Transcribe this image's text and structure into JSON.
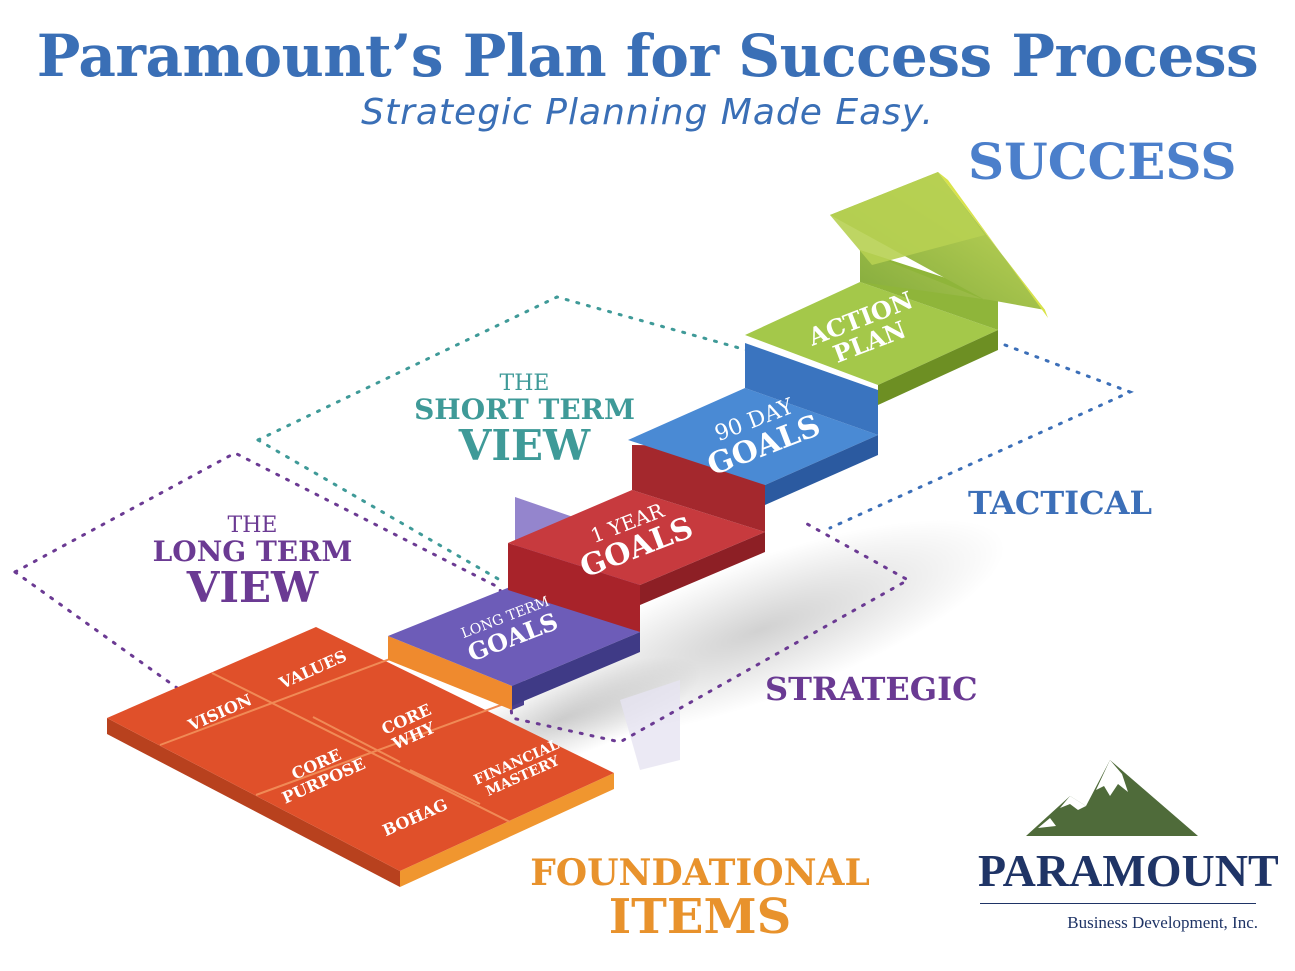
{
  "title": "Paramount’s Plan for Success Process",
  "subtitle": "Strategic Planning Made Easy.",
  "labels": {
    "success": "SUCCESS",
    "tactical": "TACTICAL",
    "strategic": "STRATEGIC",
    "foundational_line1": "FOUNDATIONAL",
    "foundational_line2": "ITEMS"
  },
  "views": {
    "short": {
      "the": "THE",
      "line1": "SHORT TERM",
      "line2": "VIEW"
    },
    "long": {
      "the": "THE",
      "line1": "LONG TERM",
      "line2": "VIEW"
    }
  },
  "steps": [
    {
      "line1": "LONG TERM",
      "line2": "GOALS",
      "color": "#6d5cb8"
    },
    {
      "line1": "1 YEAR",
      "line2": "GOALS",
      "color": "#c73a3e"
    },
    {
      "line1": "90 DAY",
      "line2": "GOALS",
      "color": "#4a8ad4"
    },
    {
      "line1": "ACTION",
      "line2": "PLAN",
      "color": "#a4c84a"
    }
  ],
  "tiles": {
    "vision": "VISION",
    "values": "VALUES",
    "core_why_1": "CORE",
    "core_why_2": "WHY",
    "core_purpose_1": "CORE",
    "core_purpose_2": "PURPOSE",
    "financial_1": "FINANCIAL",
    "financial_2": "MASTERY",
    "bohag": "BOHAG"
  },
  "logo": {
    "name": "PARAMOUNT",
    "subtitle": "Business Development, Inc."
  },
  "colors": {
    "title_blue": "#3a6fb6",
    "teal": "#3f9a98",
    "purple": "#6b3a93",
    "orange": "#e8922c",
    "foundation_red": "#e0502a",
    "arrow_green": "#a4c84a",
    "navy": "#1f3466",
    "mountain_green": "#4f6b3a"
  }
}
